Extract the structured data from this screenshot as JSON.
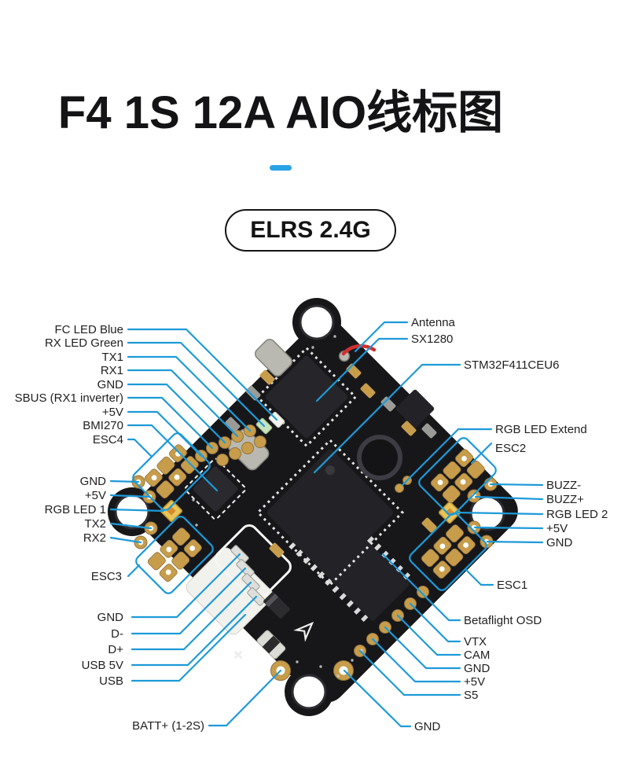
{
  "title": "F4 1S 12A AIO线标图",
  "badge": "ELRS 2.4G",
  "colors": {
    "leader_line": "#1d9ad8",
    "accent_dash": "#2aa3e6",
    "pad_gold": "#c79d4b",
    "pcb": "#17171a"
  },
  "labels": {
    "left": [
      "FC LED Blue",
      "RX LED Green",
      "TX1",
      "RX1",
      "GND",
      "SBUS (RX1 inverter)",
      "+5V",
      "BMI270",
      "ESC4",
      "GND",
      "+5V",
      "RGB LED 1",
      "TX2",
      "RX2",
      "ESC3",
      "GND",
      "D-",
      "D+",
      "USB 5V",
      "USB",
      "BATT+ (1-2S)"
    ],
    "right": [
      "Antenna",
      "SX1280",
      "STM32F411CEU6",
      "RGB LED Extend",
      "ESC2",
      "BUZZ-",
      "BUZZ+",
      "RGB LED 2",
      "+5V",
      "GND",
      "ESC1",
      "Betaflight OSD",
      "VTX",
      "CAM",
      "GND",
      "+5V",
      "S5",
      "GND"
    ]
  }
}
